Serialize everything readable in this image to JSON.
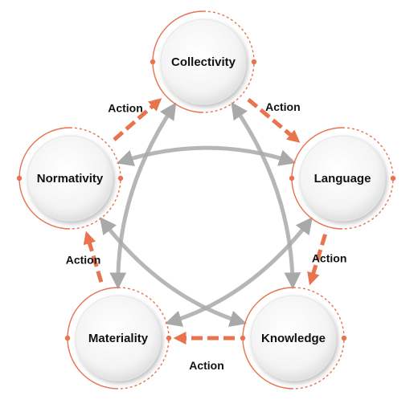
{
  "colors": {
    "accent": "#e8734f",
    "cross_arrow": "#a9a9a9",
    "node_fill_center": "#ffffff",
    "node_fill_edge": "#dcdcdc",
    "text": "#111111"
  },
  "nodes": [
    {
      "id": "collectivity",
      "label": "Collectivity"
    },
    {
      "id": "language",
      "label": "Language"
    },
    {
      "id": "knowledge",
      "label": "Knowledge"
    },
    {
      "id": "materiality",
      "label": "Materiality"
    },
    {
      "id": "normativity",
      "label": "Normativity"
    }
  ],
  "cycle_links": [
    {
      "from": "collectivity",
      "to": "language",
      "label": "Action"
    },
    {
      "from": "language",
      "to": "knowledge",
      "label": "Action"
    },
    {
      "from": "knowledge",
      "to": "materiality",
      "label": "Action"
    },
    {
      "from": "materiality",
      "to": "normativity",
      "label": "Action"
    },
    {
      "from": "normativity",
      "to": "collectivity",
      "label": "Action"
    }
  ],
  "cross_links": [
    {
      "from": "collectivity",
      "to": "knowledge",
      "bidirectional": true
    },
    {
      "from": "collectivity",
      "to": "materiality",
      "bidirectional": true
    },
    {
      "from": "normativity",
      "to": "language",
      "bidirectional": true
    },
    {
      "from": "normativity",
      "to": "knowledge",
      "bidirectional": true
    },
    {
      "from": "language",
      "to": "materiality",
      "bidirectional": true
    }
  ]
}
